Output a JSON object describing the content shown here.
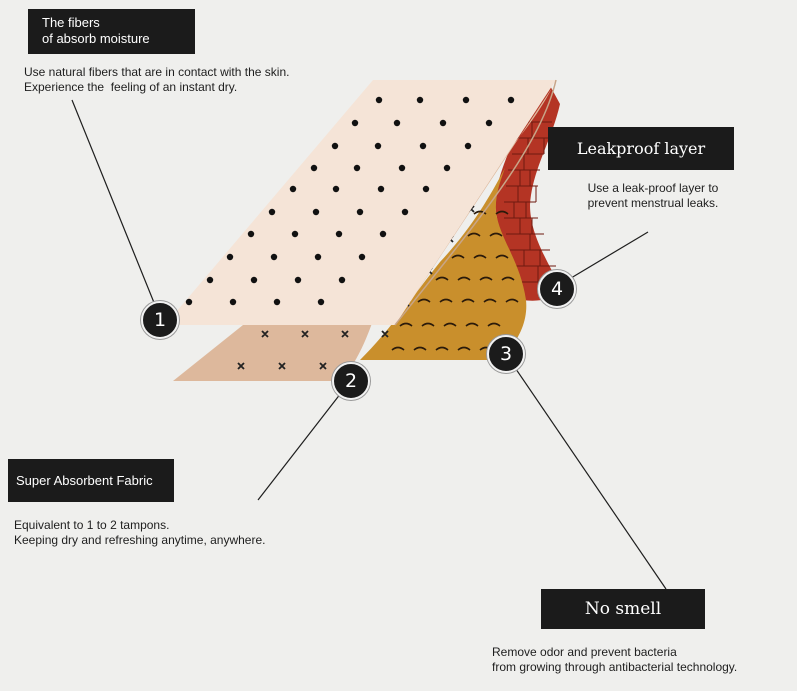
{
  "labels": {
    "fibers": {
      "title_line1": "The fibers",
      "title_line2": "of absorb moisture",
      "desc_line1": "Use natural fibers that are in contact with the skin.",
      "desc_line2": "Experience the  feeling of an instant dry."
    },
    "leakproof": {
      "title": "Leakproof layer",
      "desc_line1": "Use a leak-proof layer to",
      "desc_line2": "prevent menstrual leaks."
    },
    "absorbent": {
      "title": "Super Absorbent Fabric",
      "desc_line1": "Equivalent to 1 to 2 tampons.",
      "desc_line2": "Keeping dry and refreshing anytime, anywhere."
    },
    "smell": {
      "title": "No smell",
      "desc_line1": "Remove odor and prevent bacteria",
      "desc_line2": "from growing through antibacterial technology."
    }
  },
  "badges": [
    "1",
    "2",
    "3",
    "4"
  ],
  "colors": {
    "background": "#efefed",
    "top_layer": "#f5e4d7",
    "absorbent_layer": "#ddb89c",
    "odor_layer": "#c98f2c",
    "leakproof_layer": "#b43424",
    "label_box": "#1b1b1b"
  }
}
